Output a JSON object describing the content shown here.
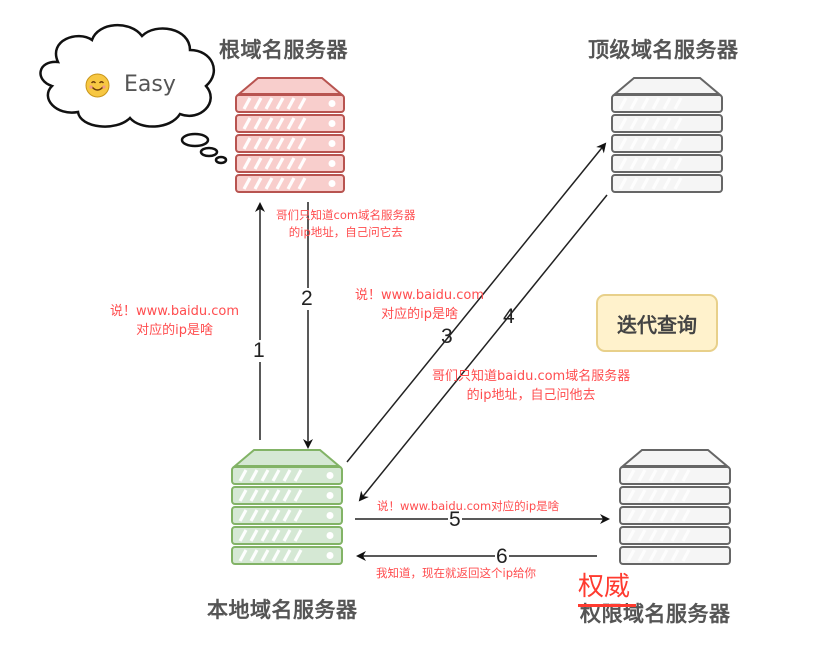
{
  "servers": {
    "root": {
      "title": "根域名服务器",
      "color_fill": "#f8cecc",
      "color_stroke": "#b85450"
    },
    "tld": {
      "title": "顶级域名服务器",
      "color_fill": "#f5f5f5",
      "color_stroke": "#666666"
    },
    "local": {
      "title": "本地域名服务器",
      "color_fill": "#d5e8d4",
      "color_stroke": "#82b366"
    },
    "authoritative": {
      "title": "权限域名服务器",
      "correction": "权威",
      "color_fill": "#f5f5f5",
      "color_stroke": "#666666"
    }
  },
  "cloud": {
    "text": "Easy",
    "emoji": "smiling-face"
  },
  "badge": {
    "text": "迭代查询",
    "fill": "#fff2cc",
    "stroke": "#d6b656"
  },
  "steps": [
    {
      "num": "1",
      "from": "local",
      "to": "root"
    },
    {
      "num": "2",
      "from": "root",
      "to": "local"
    },
    {
      "num": "3",
      "from": "local",
      "to": "tld"
    },
    {
      "num": "4",
      "from": "tld",
      "to": "local"
    },
    {
      "num": "5",
      "from": "local",
      "to": "authoritative"
    },
    {
      "num": "6",
      "from": "authoritative",
      "to": "local"
    }
  ],
  "notes": {
    "step1": [
      "说！www.baidu.com",
      "对应的ip是啥"
    ],
    "step2": [
      "哥们只知道com域名服务器",
      "的ip地址，自己问它去"
    ],
    "step3": [
      "说！www.baidu.com",
      "对应的ip是啥"
    ],
    "step4": [
      "哥们只知道baidu.com域名服务器",
      "的ip地址，自己问他去"
    ],
    "step5": "说！www.baidu.com对应的ip是啥",
    "step6": "我知道，现在就返回这个ip给你"
  },
  "note_color": "#ff4d4f"
}
